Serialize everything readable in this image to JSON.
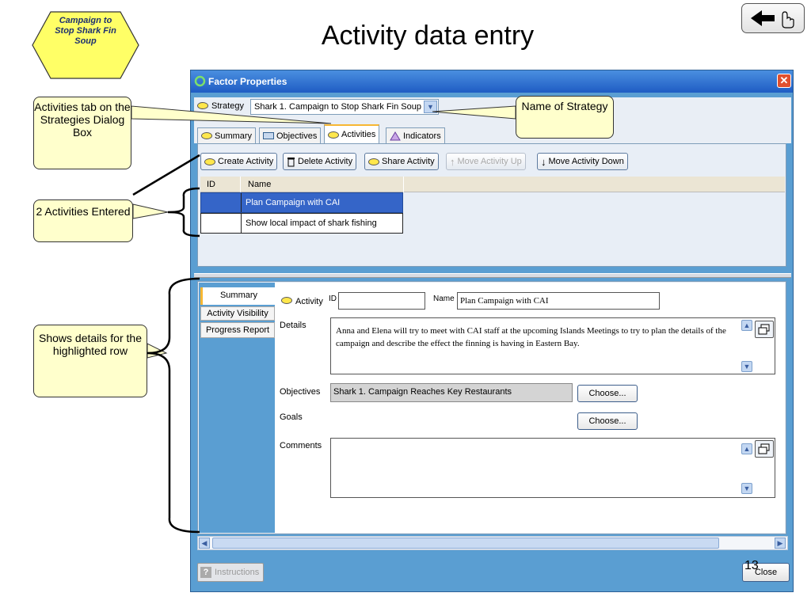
{
  "slide": {
    "title": "Activity data entry",
    "hexagon_text": "Campaign to Stop Shark Fin Soup",
    "page_number": "13"
  },
  "dialog": {
    "title": "Factor Properties",
    "strategy_label": "Strategy",
    "strategy_value": "Shark 1. Campaign to Stop Shark Fin Soup",
    "tabs": [
      "Summary",
      "Objectives",
      "Activities",
      "Indicators"
    ],
    "toolbar": {
      "create": "Create Activity",
      "delete": "Delete Activity",
      "share": "Share Activity",
      "move_up": "Move Activity Up",
      "move_down": "Move Activity Down"
    },
    "table": {
      "headers": [
        "ID",
        "Name"
      ],
      "rows": [
        {
          "id": "",
          "name": "Plan Campaign with CAI"
        },
        {
          "id": "",
          "name": "Show local impact of shark fishing"
        }
      ]
    },
    "side_tabs": [
      "Summary",
      "Activity Visibility",
      "Progress Report"
    ],
    "details_form": {
      "activity_label": "Activity",
      "id_label": "ID",
      "id_value": "",
      "name_label": "Name",
      "name_value": "Plan Campaign with CAI",
      "details_label": "Details",
      "details_value": "Anna and Elena will try to meet with CAI staff at the upcoming Islands Meetings to try to plan the details of the campaign and describe the effect the finning is having in Eastern Bay.",
      "objectives_label": "Objectives",
      "objectives_value": "Shark 1. Campaign Reaches Key Restaurants",
      "goals_label": "Goals",
      "comments_label": "Comments",
      "comments_value": "",
      "choose_label": "Choose..."
    },
    "instructions_label": "Instructions",
    "close_label": "Close"
  },
  "callouts": {
    "activities_tab": "Activities tab on the Strategies Dialog Box",
    "name_of_strategy": "Name of Strategy",
    "two_activities": "2 Activities Entered",
    "shows_details": "Shows details for the highlighted row"
  },
  "colors": {
    "dialog_bg": "#5a9ed2",
    "titlebar": "#2a6ad0",
    "selected_row": "#3565c8",
    "callout_fill": "#ffffcc",
    "hexagon_fill": "#ffff66"
  }
}
